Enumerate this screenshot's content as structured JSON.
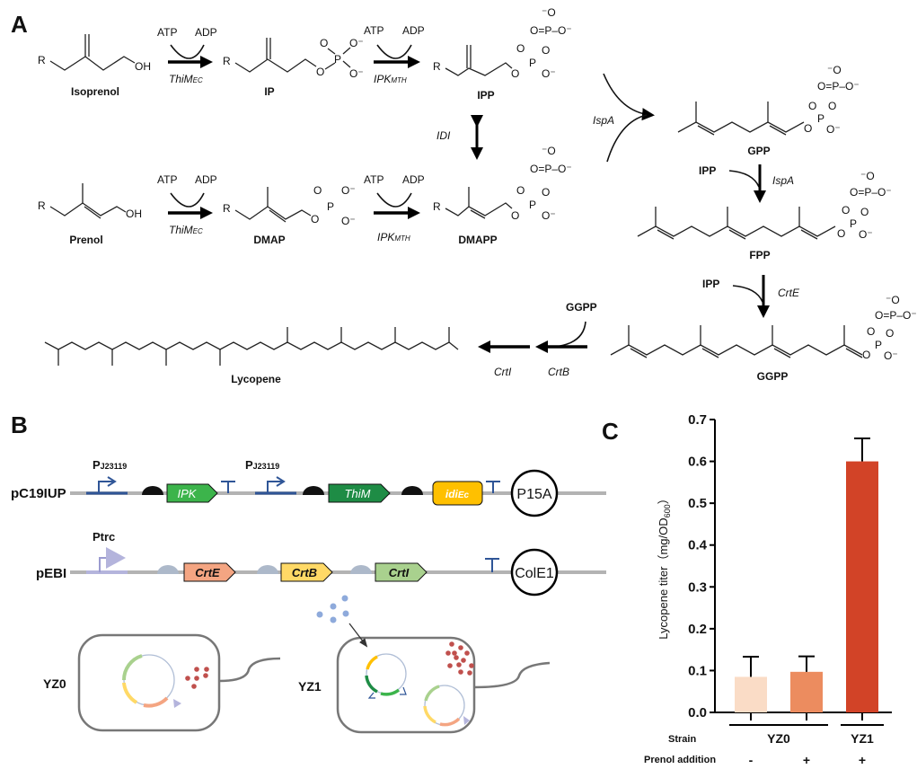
{
  "panels": {
    "a": "A",
    "b": "B",
    "c": "C"
  },
  "pathway": {
    "compounds": {
      "isoprenol": "Isoprenol",
      "ip": "IP",
      "ipp": "IPP",
      "prenol": "Prenol",
      "dmap": "DMAP",
      "dmapp": "DMAPP",
      "gpp": "GPP",
      "fpp": "FPP",
      "ggpp": "GGPP",
      "lycopene": "Lycopene"
    },
    "cofactors": {
      "atp": "ATP",
      "adp": "ADP",
      "ipp": "IPP",
      "ggpp": "GGPP"
    },
    "enzymes": {
      "thim": "ThiM",
      "thim_sub": "EC",
      "ipk": "IPK",
      "ipk_sub": "MTH",
      "idi": "IDI",
      "ispa": "IspA",
      "crte": "CrtE",
      "crtb": "CrtB",
      "crti": "CrtI"
    },
    "atoms": {
      "r": "R",
      "oh": "OH",
      "o": "O",
      "p": "P",
      "ominus": "O⁻",
      "minuso": "⁻O",
      "dbo": "O=P–O⁻"
    }
  },
  "constructs": {
    "plasmid1": {
      "name": "pC19IUP",
      "promoter": "P",
      "promoter_sub": "J23119",
      "genes": [
        "IPK",
        "ThiM",
        "idi",
        "Ec"
      ],
      "origin": "P15A"
    },
    "plasmid2": {
      "name": "pEBI",
      "promoter": "Ptrc",
      "genes": [
        "CrtE",
        "CrtB",
        "CrtI"
      ],
      "origin": "ColE1"
    },
    "strains": [
      "YZ0",
      "YZ1"
    ],
    "colors": {
      "ipk": "#3cb44b",
      "thim": "#1e8c45",
      "idi": "#ffc000",
      "crte": "#f4a582",
      "crtb": "#ffd966",
      "crti": "#a9d18e",
      "promoter_blue": "#2f5597",
      "ptrc": "#b4b4dc",
      "lycopene_dots": "#c0504d",
      "prenol_dots": "#8eaadb"
    }
  },
  "chart_data": {
    "type": "bar",
    "title": "",
    "xlabel": "",
    "ylabel": "Lycopene titer（mg/OD600）",
    "ylabel_main": "Lycopene titer（mg/OD",
    "ylabel_sub": "600",
    "ylabel_end": "）",
    "ylim": [
      0,
      0.7
    ],
    "yticks": [
      0.0,
      0.1,
      0.2,
      0.3,
      0.4,
      0.5,
      0.6,
      0.7
    ],
    "ytick_labels": [
      "0.0",
      "0.1",
      "0.2",
      "0.3",
      "0.4",
      "0.5",
      "0.6",
      "0.7"
    ],
    "categories": [
      "YZ0 -",
      "YZ0 +",
      "YZ1 +"
    ],
    "values": [
      0.085,
      0.097,
      0.6
    ],
    "errors": [
      0.048,
      0.037,
      0.055
    ],
    "bar_colors": [
      "#fadcc6",
      "#ec8c5f",
      "#d24327"
    ],
    "grid": false,
    "row_labels": {
      "strain": "Strain",
      "prenol": "Prenol addition"
    },
    "strain_groups": [
      {
        "label": "YZ0",
        "span": [
          0,
          1
        ]
      },
      {
        "label": "YZ1",
        "span": [
          2,
          2
        ]
      }
    ],
    "prenol_marks": [
      "-",
      "+",
      "+"
    ]
  }
}
